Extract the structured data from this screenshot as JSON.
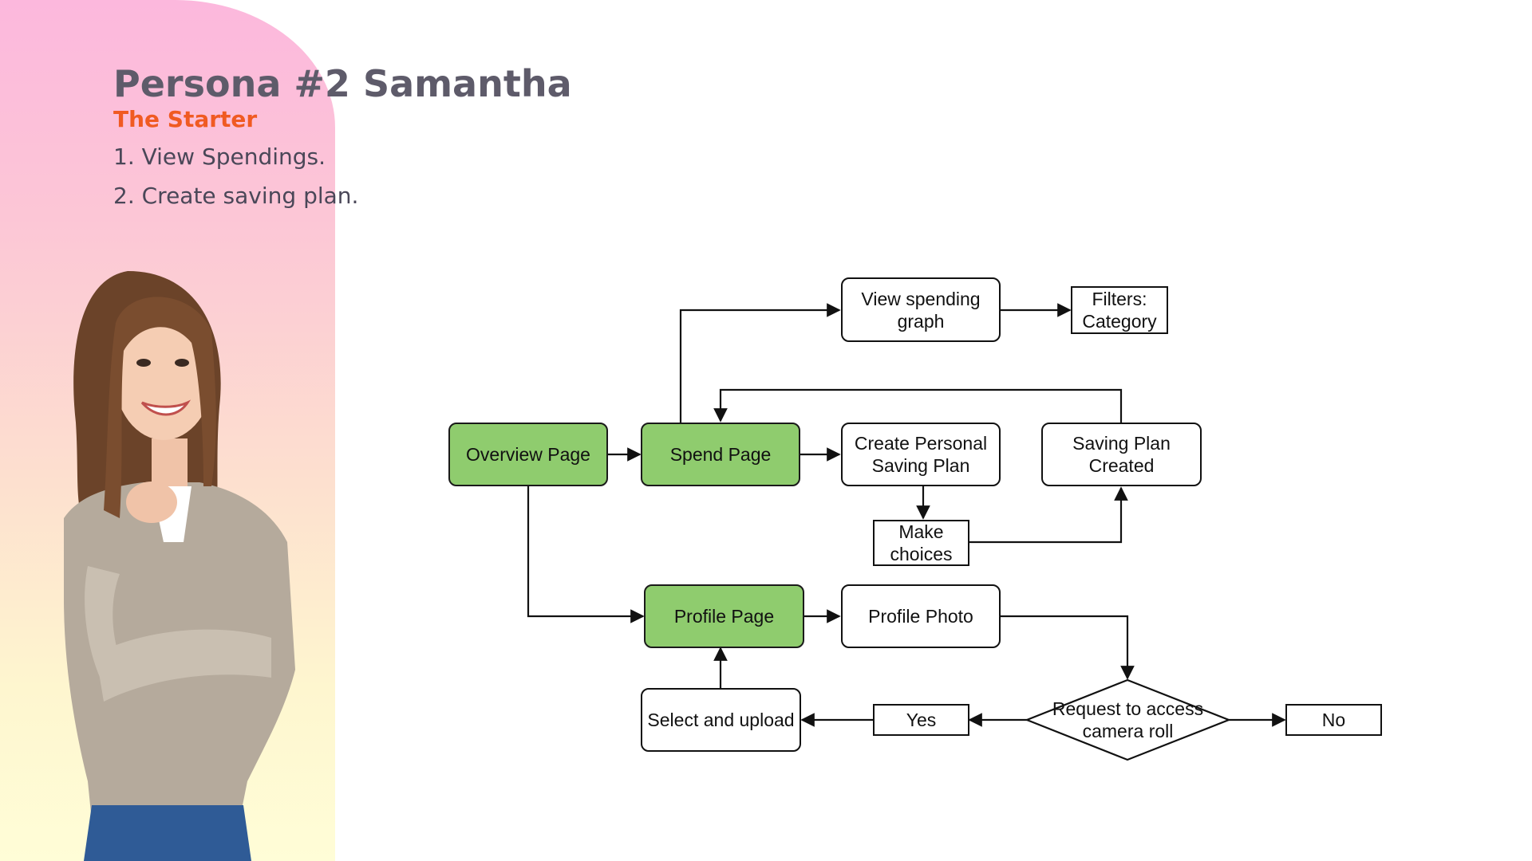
{
  "header": {
    "title": "Persona #2 Samantha",
    "subtitle": "The Starter",
    "goals": [
      "1. View Spendings.",
      "2. Create saving plan."
    ]
  },
  "colors": {
    "title": "#5e5b6a",
    "subtitle": "#f05a22",
    "highlight_node": "#8fcc6e",
    "bg_gradient_top": "#fcb8dd",
    "bg_gradient_bottom": "#fffdd7"
  },
  "persona_image": {
    "icon": "woman-portrait-illustration"
  },
  "flowchart": {
    "nodes": {
      "overview": "Overview Page",
      "spend": "Spend Page",
      "profile": "Profile Page",
      "view_graph": "View spending\ngraph",
      "filters": "Filters:\nCategory",
      "create_plan": "Create Personal\nSaving Plan",
      "plan_created": "Saving Plan\nCreated",
      "make_choices": "Make\nchoices",
      "profile_photo": "Profile Photo",
      "request": "Request to access\ncamera roll",
      "yes": "Yes",
      "no": "No",
      "select_upload": "Select and upload"
    },
    "highlighted": [
      "Overview Page",
      "Spend Page",
      "Profile Page"
    ]
  }
}
